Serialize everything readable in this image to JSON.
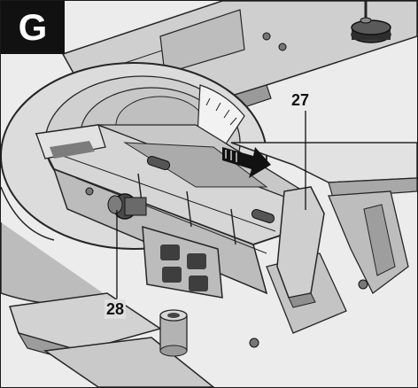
{
  "figure": {
    "label": "G",
    "callouts": [
      {
        "id": "27",
        "text": "27"
      },
      {
        "id": "28",
        "text": "28"
      }
    ]
  },
  "colors": {
    "badge_bg": "#111111",
    "badge_fg": "#ffffff",
    "metal_light": "#d9d9d9",
    "metal_mid": "#b7b7b7",
    "metal_dark": "#6f6f6f",
    "outline": "#262626",
    "arrow": "#111111"
  }
}
